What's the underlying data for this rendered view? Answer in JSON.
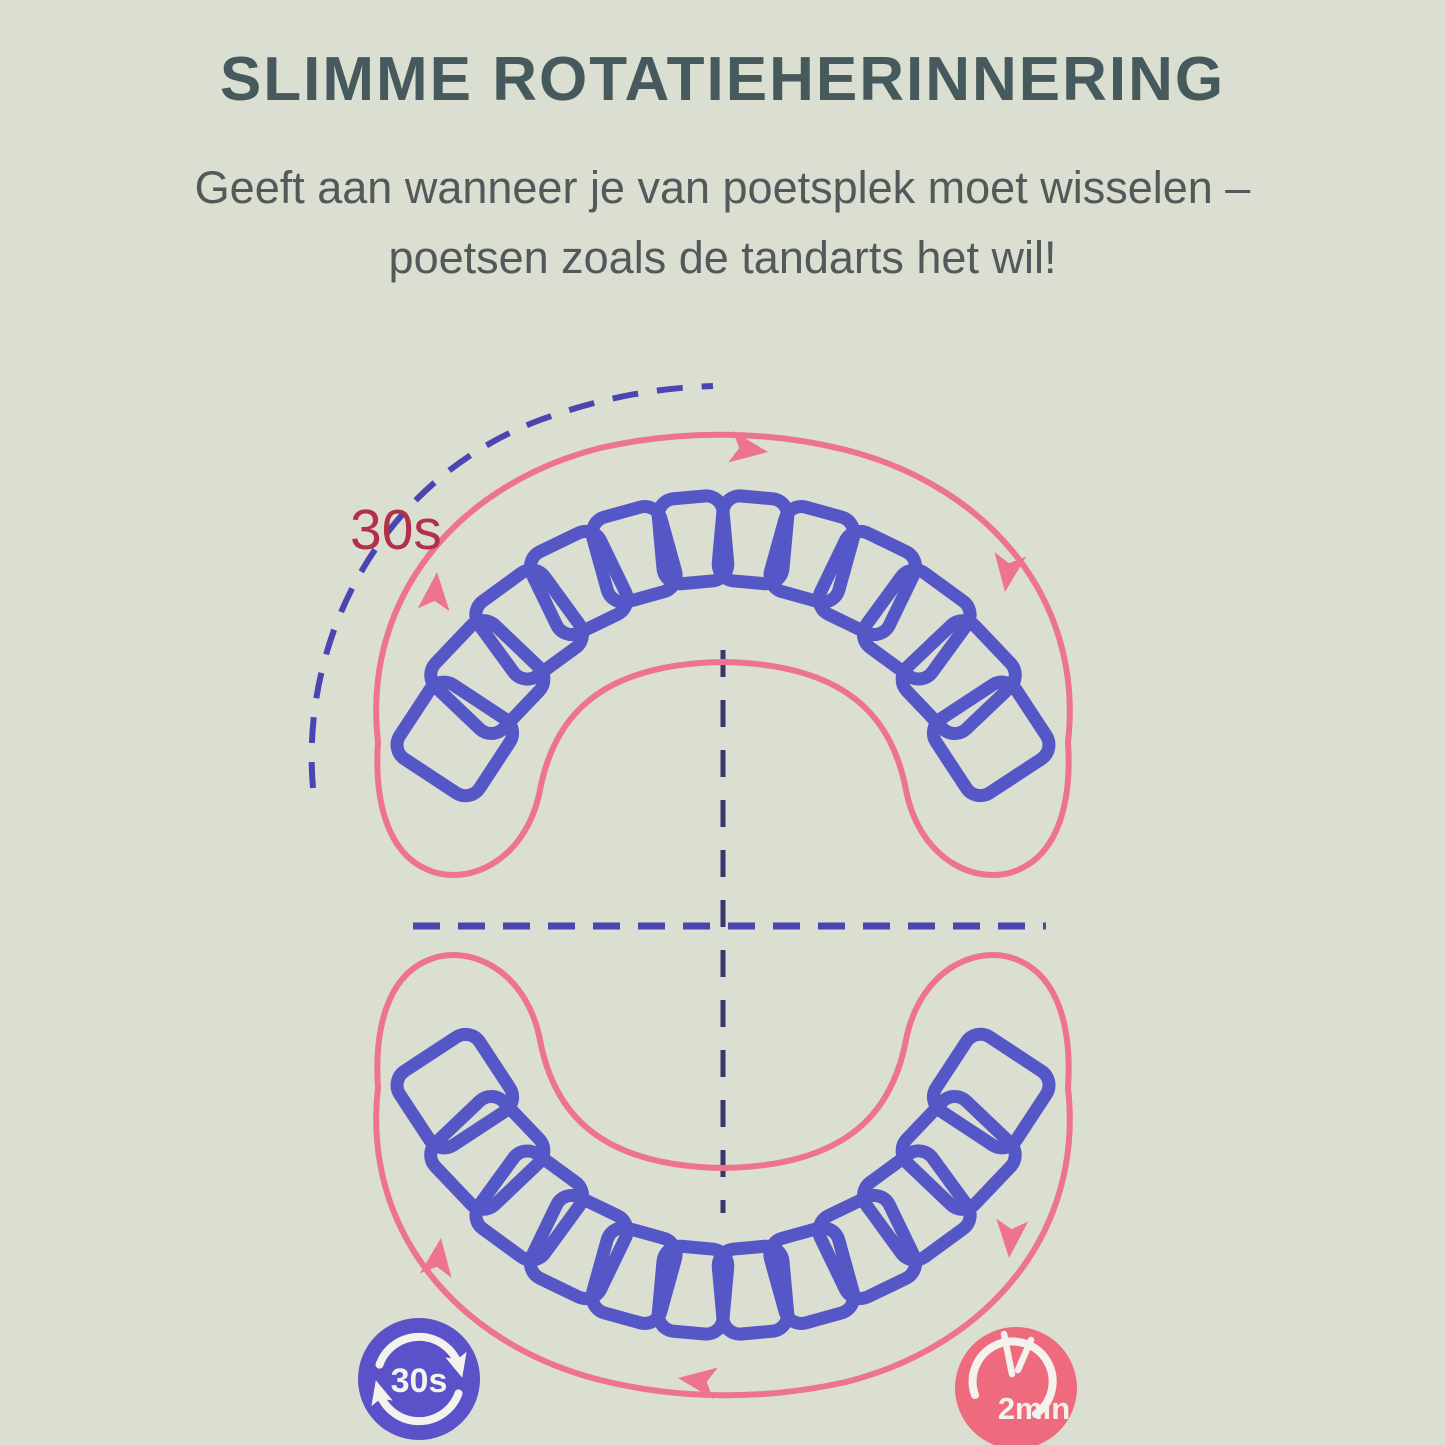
{
  "header": {
    "title": "SLIMME ROTATIEHERINNERING",
    "subtitle_line1": "Geeft aan wanneer je van poetsplek moet wisselen –",
    "subtitle_line2": "poetsen zoals de tandarts het wil!"
  },
  "diagram": {
    "segment_time_label": "30s",
    "teeth_per_arch": 12,
    "arch_count": 2,
    "quadrant_count": 4,
    "badges": {
      "rotation": {
        "label": "30s"
      },
      "timer": {
        "label": "2min"
      }
    }
  },
  "colors": {
    "background": "#dbdfd1",
    "title_text": "#46595c",
    "subtitle_text": "#55585a",
    "arrow_pink": "#ee7390",
    "teeth_blue": "#5557c7",
    "guide_dash_blue": "#4a45b3",
    "guide_dash_dark": "#39366b",
    "segment_label_red": "#b33049",
    "badge_rotation_blue": "#5b51c9",
    "badge_timer_pink": "#ee6b7e",
    "badge_icon_white": "#f3f2ec"
  }
}
